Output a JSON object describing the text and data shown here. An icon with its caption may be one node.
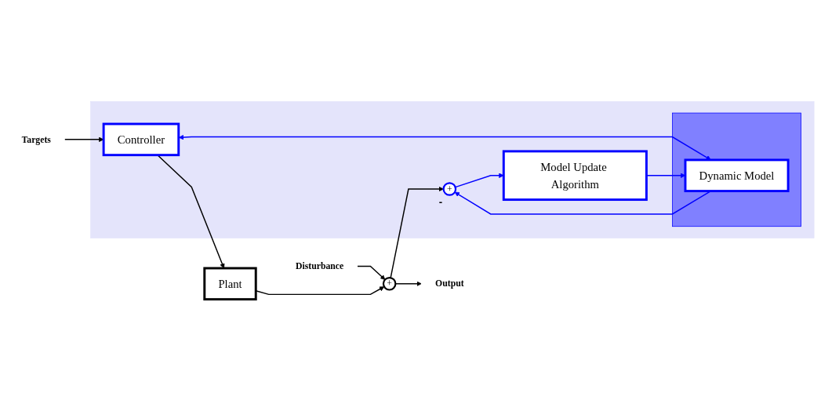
{
  "diagram": {
    "nodes": [
      {
        "text": [
          "Targets"
        ]
      },
      {
        "text": [],
        "shape": "box"
      },
      {
        "text": [
          "Controller"
        ],
        "in": 1
      },
      {
        "text": [
          "Plant"
        ]
      },
      {
        "text": [
          "Disturbance"
        ]
      },
      {
        "text": [
          "+"
        ]
      },
      {
        "text": [
          "Output"
        ]
      },
      {
        "text": [],
        "shape": "box",
        "in": 1
      },
      {
        "text": [
          "Dynamic Model"
        ],
        "in": 7
      },
      {
        "text": [
          "+"
        ],
        "in": 1,
        "beside": [
          "-"
        ]
      },
      {
        "text": [
          "Model Update Algorithm"
        ],
        "in": 1
      }
    ],
    "edges": [
      {
        "from": 0,
        "to": 2,
        "arrow": "to"
      },
      {
        "from": 2,
        "to": 3,
        "arrow": "to"
      },
      {
        "from": 4,
        "to": 5,
        "arrow": "to"
      },
      {
        "from": 3,
        "to": 5,
        "arrow": "to"
      },
      {
        "from": 5,
        "to": 6,
        "arrow": "to"
      },
      {
        "from": 5,
        "to": 9,
        "arrow": "to"
      },
      {
        "from": 2,
        "to": 8,
        "arrow": "both",
        "color": "#0000ff"
      },
      {
        "from": 8,
        "to": 9,
        "arrow": "to",
        "color": "#0000ff"
      },
      {
        "from": 9,
        "to": 10,
        "arrow": "to",
        "color": "#0000ff"
      },
      {
        "from": 10,
        "to": 8,
        "arrow": "to",
        "color": "#0000ff"
      }
    ]
  }
}
